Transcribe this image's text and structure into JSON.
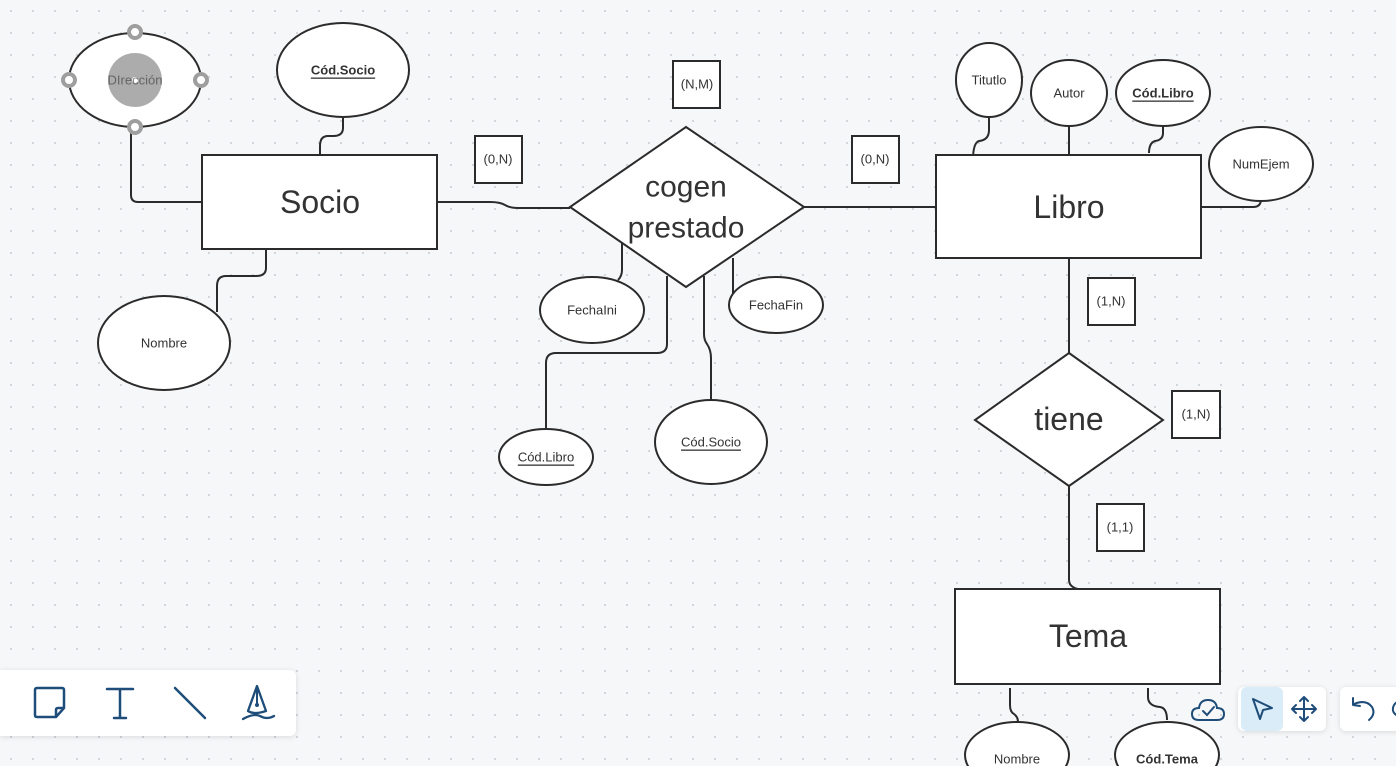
{
  "diagram": {
    "entities": [
      {
        "id": "socio",
        "label": "Socio"
      },
      {
        "id": "libro",
        "label": "Libro"
      },
      {
        "id": "tema",
        "label": "Tema"
      }
    ],
    "relationships": [
      {
        "id": "cogen",
        "line1": "cogen",
        "line2": "prestado"
      },
      {
        "id": "tiene",
        "label": "tiene"
      }
    ],
    "attributes": {
      "socio_direccion": "DIrección",
      "socio_cod": "Cód.Socio",
      "socio_nombre": "Nombre",
      "libro_titulo": "Titutlo",
      "libro_autor": "Autor",
      "libro_cod": "Cód.Libro",
      "libro_numejem": "NumEjem",
      "rel_fechaini": "FechaIni",
      "rel_fechafin": "FechaFin",
      "rel_codlibro": "Cód.Libro",
      "rel_codsocio": "Cód.Socio",
      "tema_nombre": "Nombre",
      "tema_cod": "Cód.Tema"
    },
    "cardinalities": {
      "socio_cogen": "(0,N)",
      "cogen_type": "(N,M)",
      "libro_cogen": "(0,N)",
      "libro_tiene": "(1,N)",
      "tiene_type": "(1,N)",
      "tema_tiene": "(1,1)"
    }
  },
  "toolbar": {
    "tools": [
      "sticky-note-icon",
      "text-tool-icon",
      "line-tool-icon",
      "pen-tool-icon"
    ]
  },
  "status": {
    "sync": "cloud-saved-icon",
    "mode": "select",
    "tools": [
      "select-pointer-icon",
      "pan-move-icon",
      "undo-icon",
      "redo-icon"
    ]
  },
  "colors": {
    "stroke": "#2b2b2b",
    "selection_handle": "#9e9e9e",
    "accent": "#1f4d7a",
    "selected_bg": "#d9ecf8"
  }
}
